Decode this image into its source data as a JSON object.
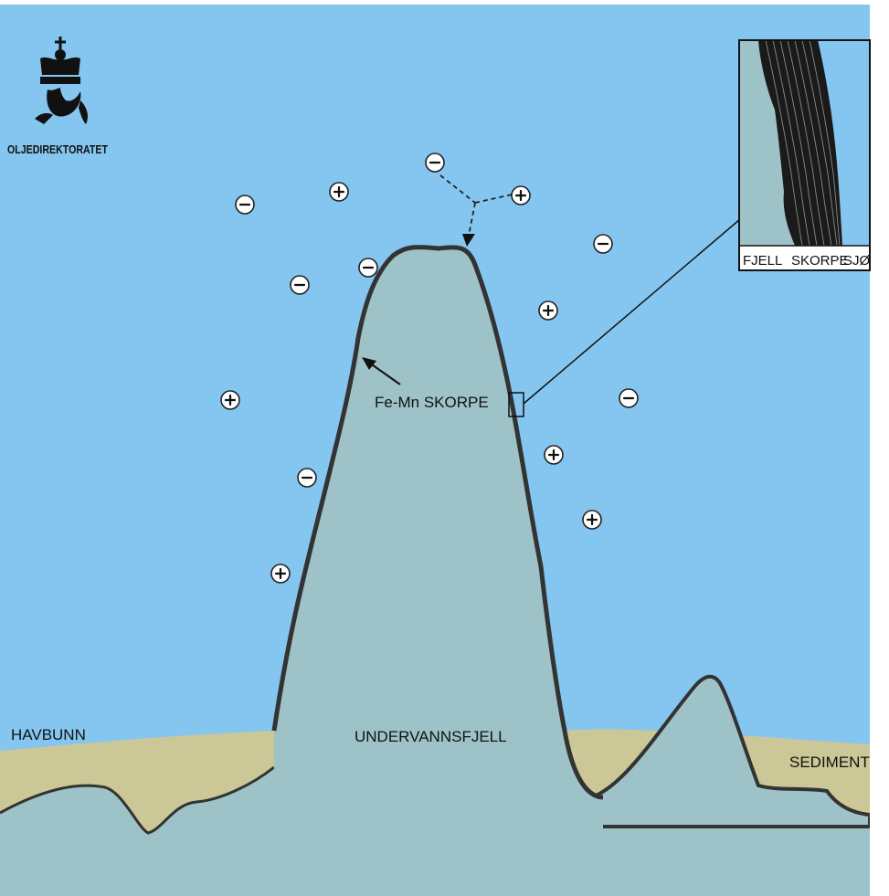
{
  "diagram": {
    "logo": {
      "name": "OLJEDIREKTORATET"
    },
    "labels": {
      "crust": "Fe-Mn SKORPE",
      "seamount": "UNDERVANNSFJELL",
      "seabed": "HAVBUNN",
      "sediment": "SEDIMENT"
    },
    "inset": {
      "labels": [
        "FJELL",
        "SKORPE",
        "SJØ"
      ]
    },
    "ions": [
      {
        "sign": "-"
      },
      {
        "sign": "+"
      },
      {
        "sign": "-"
      },
      {
        "sign": "+"
      },
      {
        "sign": "-"
      },
      {
        "sign": "-"
      },
      {
        "sign": "-"
      },
      {
        "sign": "+"
      },
      {
        "sign": "+"
      },
      {
        "sign": "-"
      },
      {
        "sign": "+"
      },
      {
        "sign": "-"
      },
      {
        "sign": "+"
      },
      {
        "sign": "+"
      }
    ],
    "colors": {
      "water": "#84C6EF",
      "rock": "#9DC3C8",
      "sediment": "#CBC797",
      "crust": "#333333"
    }
  }
}
